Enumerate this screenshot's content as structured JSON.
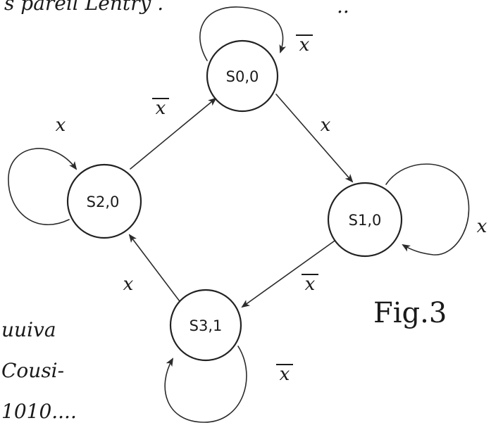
{
  "states": [
    {
      "id": "s0",
      "label": "S0,0"
    },
    {
      "id": "s1",
      "label": "S1,0"
    },
    {
      "id": "s2",
      "label": "S2,0"
    },
    {
      "id": "s3",
      "label": "S3,1"
    }
  ],
  "transitions": [
    {
      "from": "s0",
      "to": "s0",
      "label": "x",
      "negated": true
    },
    {
      "from": "s0",
      "to": "s1",
      "label": "x",
      "negated": false
    },
    {
      "from": "s1",
      "to": "s1",
      "label": "x",
      "negated": false
    },
    {
      "from": "s1",
      "to": "s3",
      "label": "x",
      "negated": true
    },
    {
      "from": "s3",
      "to": "s3",
      "label": "x",
      "negated": true
    },
    {
      "from": "s3",
      "to": "s2",
      "label": "x",
      "negated": false
    },
    {
      "from": "s2",
      "to": "s2",
      "label": "x",
      "negated": false
    },
    {
      "from": "s2",
      "to": "s0",
      "label": "x",
      "negated": true
    }
  ],
  "figure_label": "Fig.3",
  "fragments": {
    "top": "s pareil Lentry .",
    "margin_line1": "uuiva",
    "margin_line2": "Cousi-",
    "margin_line3": "1010...."
  }
}
